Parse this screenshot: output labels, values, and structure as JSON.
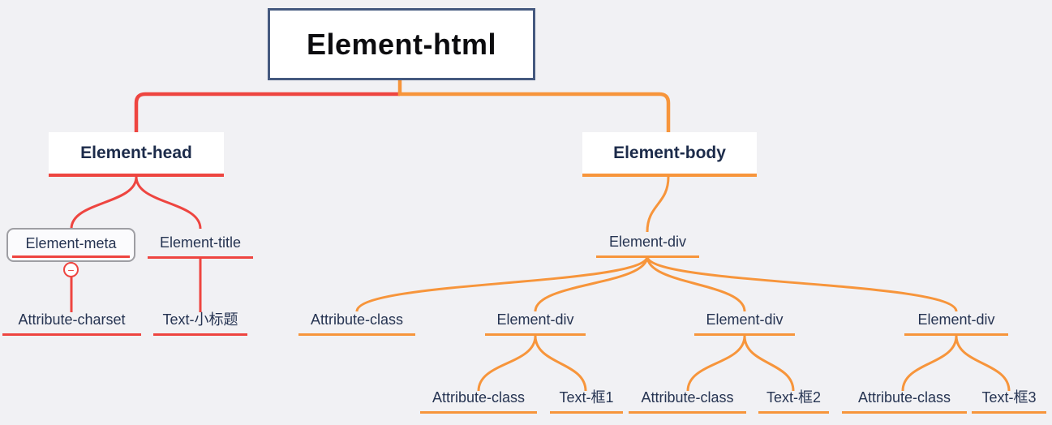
{
  "app": {
    "type": "mind-map-canvas"
  },
  "palette": {
    "bg": "#f1f1f4",
    "red": "#ee4540",
    "orange": "#f7953b",
    "navy": "#263452",
    "titleNavy": "#1c2b4a",
    "rootBorder": "#45597f",
    "rootText": "#0c0c0f",
    "gray": "#9e9ea3",
    "nodeBg": "#ffffff"
  },
  "nodes": {
    "root": {
      "label": "Element-html"
    },
    "head": {
      "label": "Element-head"
    },
    "body": {
      "label": "Element-body"
    },
    "meta": {
      "label": "Element-meta"
    },
    "title": {
      "label": "Element-title"
    },
    "charset": {
      "label": "Attribute-charset"
    },
    "subtitle": {
      "label": "Text-小标题"
    },
    "div_main": {
      "label": "Element-div"
    },
    "attr_class_1": {
      "label": "Attribute-class"
    },
    "div_child_1": {
      "label": "Element-div"
    },
    "div_child_2": {
      "label": "Element-div"
    },
    "div_child_3": {
      "label": "Element-div"
    },
    "attr_class_2": {
      "label": "Attribute-class"
    },
    "text_box_1": {
      "label": "Text-框1"
    },
    "attr_class_3": {
      "label": "Attribute-class"
    },
    "text_box_2": {
      "label": "Text-框2"
    },
    "attr_class_4": {
      "label": "Attribute-class"
    },
    "text_box_3": {
      "label": "Text-框3"
    }
  },
  "collapse_toggle": {
    "symbol": "−",
    "state": "expanded"
  },
  "structure": {
    "Element-html": {
      "Element-head": {
        "Element-meta": [
          "Attribute-charset"
        ],
        "Element-title": [
          "Text-小标题"
        ]
      },
      "Element-body": {
        "Element-div": {
          "Attribute-class": [],
          "Element-div (1)": [
            "Attribute-class",
            "Text-框1"
          ],
          "Element-div (2)": [
            "Attribute-class",
            "Text-框2"
          ],
          "Element-div (3)": [
            "Attribute-class",
            "Text-框3"
          ]
        }
      }
    }
  }
}
